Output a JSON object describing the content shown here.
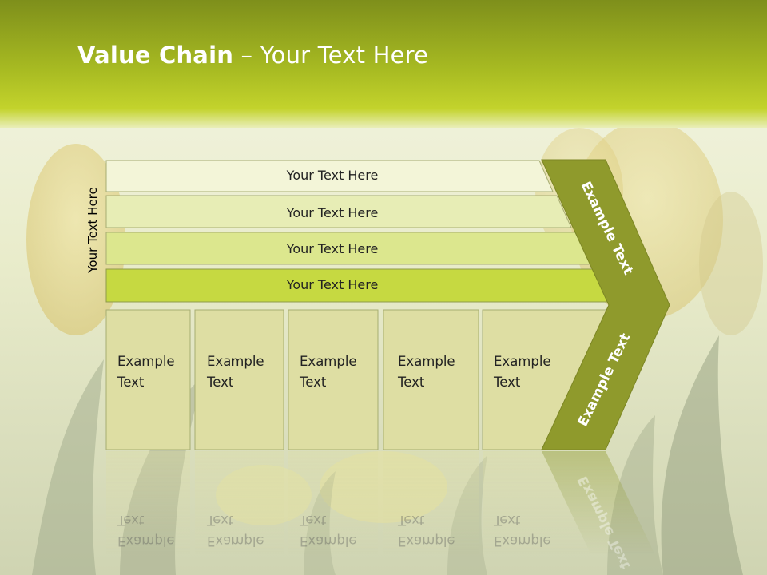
{
  "title": {
    "strong": "Value Chain",
    "rest": " – Your Text Here"
  },
  "side_label": "Your Text Here",
  "bars": [
    {
      "label": "Your Text Here"
    },
    {
      "label": "Your Text Here"
    },
    {
      "label": "Your Text Here"
    },
    {
      "label": "Your Text Here"
    }
  ],
  "boxes": [
    {
      "line1": "Example",
      "line2": "Text"
    },
    {
      "line1": "Example",
      "line2": "Text"
    },
    {
      "line1": "Example",
      "line2": "Text"
    },
    {
      "line1": "Example",
      "line2": "Text"
    },
    {
      "line1": "Example",
      "line2": "Text"
    }
  ],
  "chevron": {
    "upper": "Example Text",
    "lower": "Example Text"
  },
  "colors": {
    "header_green": "#b7c72a",
    "chevron_olive": "#8f9a2c",
    "bar_1": "#f3f5d8",
    "bar_2": "#e7edb5",
    "bar_3": "#dce78e",
    "bar_4": "#c6d941",
    "box_fill": "#dedea3"
  }
}
